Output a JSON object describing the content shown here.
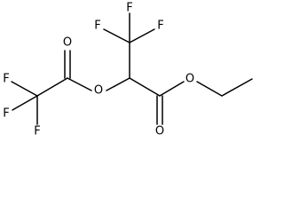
{
  "atoms": {
    "f_top": "F",
    "f_top_left": "F",
    "f_top_right": "F",
    "f_left_top": "F",
    "f_left_mid": "F",
    "f_left_bottom": "F",
    "o_carbonyl_left": "O",
    "o_ester_left": "O",
    "o_ester_right": "O",
    "o_carbonyl_right": "O"
  },
  "colors": {
    "bond": "#000000",
    "label": "#000000",
    "background": "#ffffff"
  }
}
